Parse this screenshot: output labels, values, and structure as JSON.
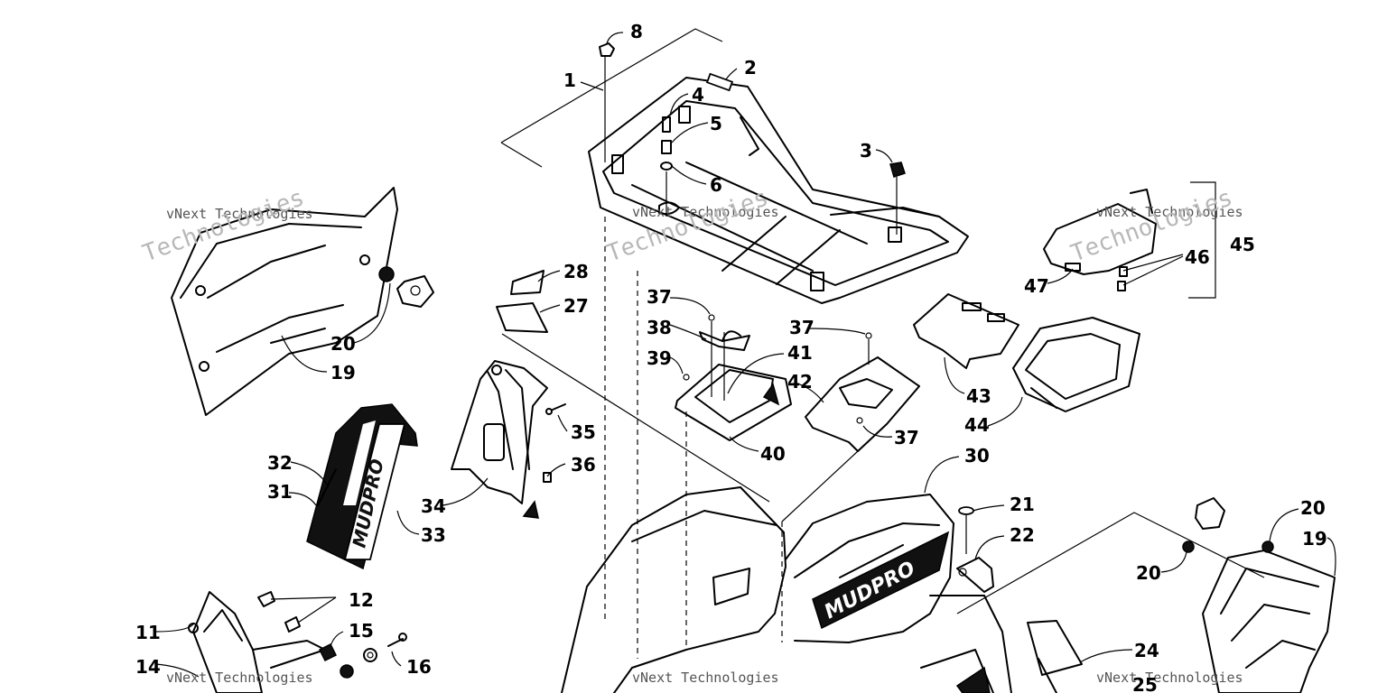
{
  "watermark": {
    "line1": "vNext Technologies",
    "line2": "Technologies",
    "color": "#b8b8b8"
  },
  "callouts": [
    {
      "id": "c1",
      "label": "1"
    },
    {
      "id": "c2",
      "label": "2"
    },
    {
      "id": "c3",
      "label": "3"
    },
    {
      "id": "c4",
      "label": "4"
    },
    {
      "id": "c5",
      "label": "5"
    },
    {
      "id": "c6",
      "label": "6"
    },
    {
      "id": "c8",
      "label": "8"
    },
    {
      "id": "c11",
      "label": "11"
    },
    {
      "id": "c12",
      "label": "12"
    },
    {
      "id": "c14",
      "label": "14"
    },
    {
      "id": "c15",
      "label": "15"
    },
    {
      "id": "c16",
      "label": "16"
    },
    {
      "id": "c19a",
      "label": "19"
    },
    {
      "id": "c19b",
      "label": "19"
    },
    {
      "id": "c20a",
      "label": "20"
    },
    {
      "id": "c20b",
      "label": "20"
    },
    {
      "id": "c20c",
      "label": "20"
    },
    {
      "id": "c21",
      "label": "21"
    },
    {
      "id": "c22",
      "label": "22"
    },
    {
      "id": "c24",
      "label": "24"
    },
    {
      "id": "c25",
      "label": "25"
    },
    {
      "id": "c27",
      "label": "27"
    },
    {
      "id": "c28",
      "label": "28"
    },
    {
      "id": "c30",
      "label": "30"
    },
    {
      "id": "c31",
      "label": "31"
    },
    {
      "id": "c32",
      "label": "32"
    },
    {
      "id": "c33",
      "label": "33"
    },
    {
      "id": "c34",
      "label": "34"
    },
    {
      "id": "c35",
      "label": "35"
    },
    {
      "id": "c36",
      "label": "36"
    },
    {
      "id": "c37a",
      "label": "37"
    },
    {
      "id": "c37b",
      "label": "37"
    },
    {
      "id": "c37c",
      "label": "37"
    },
    {
      "id": "c38",
      "label": "38"
    },
    {
      "id": "c39",
      "label": "39"
    },
    {
      "id": "c40",
      "label": "40"
    },
    {
      "id": "c41",
      "label": "41"
    },
    {
      "id": "c42",
      "label": "42"
    },
    {
      "id": "c43",
      "label": "43"
    },
    {
      "id": "c44",
      "label": "44"
    },
    {
      "id": "c45",
      "label": "45"
    },
    {
      "id": "c46",
      "label": "46"
    },
    {
      "id": "c47",
      "label": "47"
    }
  ],
  "decals": {
    "fender_logo": "MUDPRO",
    "panel_logo": "MUDPRO"
  }
}
